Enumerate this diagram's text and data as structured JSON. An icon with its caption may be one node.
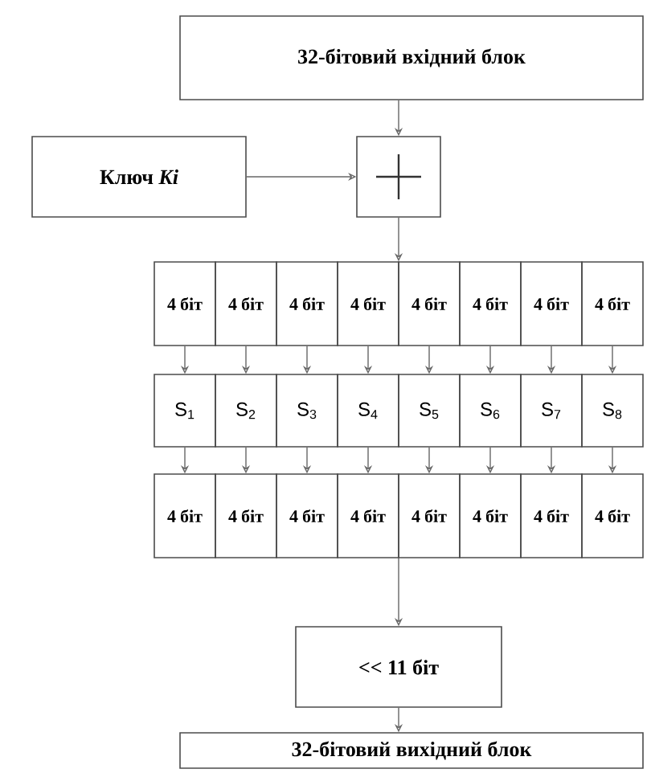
{
  "diagram": {
    "nodes": [
      {
        "text": [
          "32-бітовий вхідний блок"
        ]
      },
      {
        "text": [
          "Ключ *Ki*"
        ]
      },
      {
        "text": [],
        "shape": "box"
      },
      {
        "text": [
          "4 біт"
        ]
      },
      {
        "text": [
          "4 біт"
        ]
      },
      {
        "text": [
          "4 біт"
        ]
      },
      {
        "text": [
          "4 біт"
        ]
      },
      {
        "text": [
          "4 біт"
        ]
      },
      {
        "text": [
          "4 біт"
        ]
      },
      {
        "text": [
          "4 біт"
        ]
      },
      {
        "text": [
          "4 біт"
        ]
      },
      {
        "text": [
          "S$_{1}$"
        ]
      },
      {
        "text": [
          "S$_{2}$"
        ]
      },
      {
        "text": [
          "S$_{3}$"
        ]
      },
      {
        "text": [
          "S$_{4}$"
        ]
      },
      {
        "text": [
          "S$_{5}$"
        ]
      },
      {
        "text": [
          "S$_{6}$"
        ]
      },
      {
        "text": [
          "S$_{7}$"
        ]
      },
      {
        "text": [
          "S$_{8}$"
        ]
      },
      {
        "text": [
          "4 біт"
        ]
      },
      {
        "text": [
          "4 біт"
        ]
      },
      {
        "text": [
          "4 біт"
        ]
      },
      {
        "text": [
          "4 біт"
        ]
      },
      {
        "text": [
          "4 біт"
        ]
      },
      {
        "text": [
          "4 біт"
        ]
      },
      {
        "text": [
          "4 біт"
        ]
      },
      {
        "text": [
          "4 біт"
        ]
      },
      {
        "text": [
          "<< 11 біт"
        ]
      },
      {
        "text": [
          "32-бітовий вихідний блок"
        ]
      }
    ],
    "edges": [
      {
        "from": 0,
        "to": 2,
        "arrow": "to"
      },
      {
        "from": 1,
        "to": 2,
        "arrow": "to"
      },
      {
        "from": 2,
        "to": 7,
        "arrow": "to"
      },
      {
        "from": 3,
        "to": 11,
        "arrow": "to"
      },
      {
        "from": 4,
        "to": 12,
        "arrow": "to"
      },
      {
        "from": 5,
        "to": 13,
        "arrow": "to"
      },
      {
        "from": 6,
        "to": 14,
        "arrow": "to"
      },
      {
        "from": 7,
        "to": 15,
        "arrow": "to"
      },
      {
        "from": 8,
        "to": 16,
        "arrow": "to"
      },
      {
        "from": 9,
        "to": 17,
        "arrow": "to"
      },
      {
        "from": 10,
        "to": 18,
        "arrow": "to"
      },
      {
        "from": 11,
        "to": 19,
        "arrow": "to"
      },
      {
        "from": 12,
        "to": 20,
        "arrow": "to"
      },
      {
        "from": 13,
        "to": 21,
        "arrow": "to"
      },
      {
        "from": 14,
        "to": 22,
        "arrow": "to"
      },
      {
        "from": 15,
        "to": 23,
        "arrow": "to"
      },
      {
        "from": 16,
        "to": 24,
        "arrow": "to"
      },
      {
        "from": 17,
        "to": 25,
        "arrow": "to"
      },
      {
        "from": 18,
        "to": 26,
        "arrow": "to"
      },
      {
        "from": 23,
        "to": 27,
        "arrow": "to"
      },
      {
        "from": 27,
        "to": 28,
        "arrow": "to"
      }
    ]
  }
}
